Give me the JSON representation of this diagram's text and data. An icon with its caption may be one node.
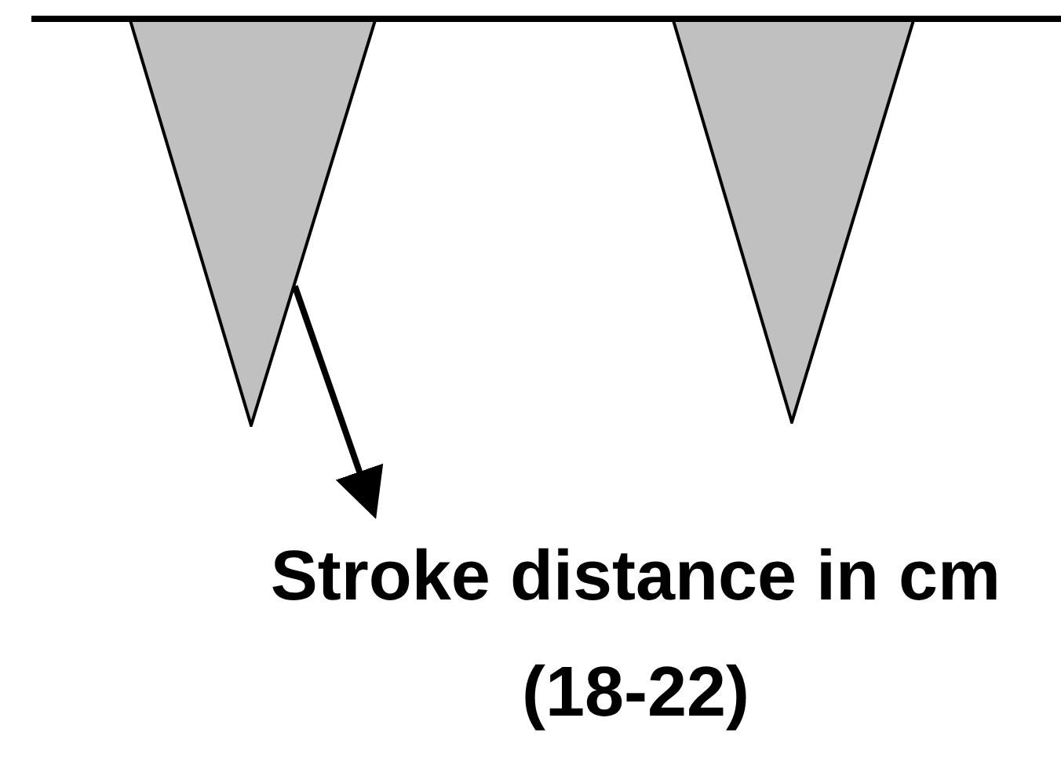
{
  "diagram": {
    "nodes": [
      {
        "text": [],
        "shape": "triangle"
      },
      {
        "text": [],
        "shape": "triangle"
      },
      {
        "text": [
          "Stroke distance in cm (18-22)"
        ]
      }
    ],
    "edges": [
      {
        "from": 0,
        "to": 2,
        "arrow": "to"
      }
    ]
  }
}
